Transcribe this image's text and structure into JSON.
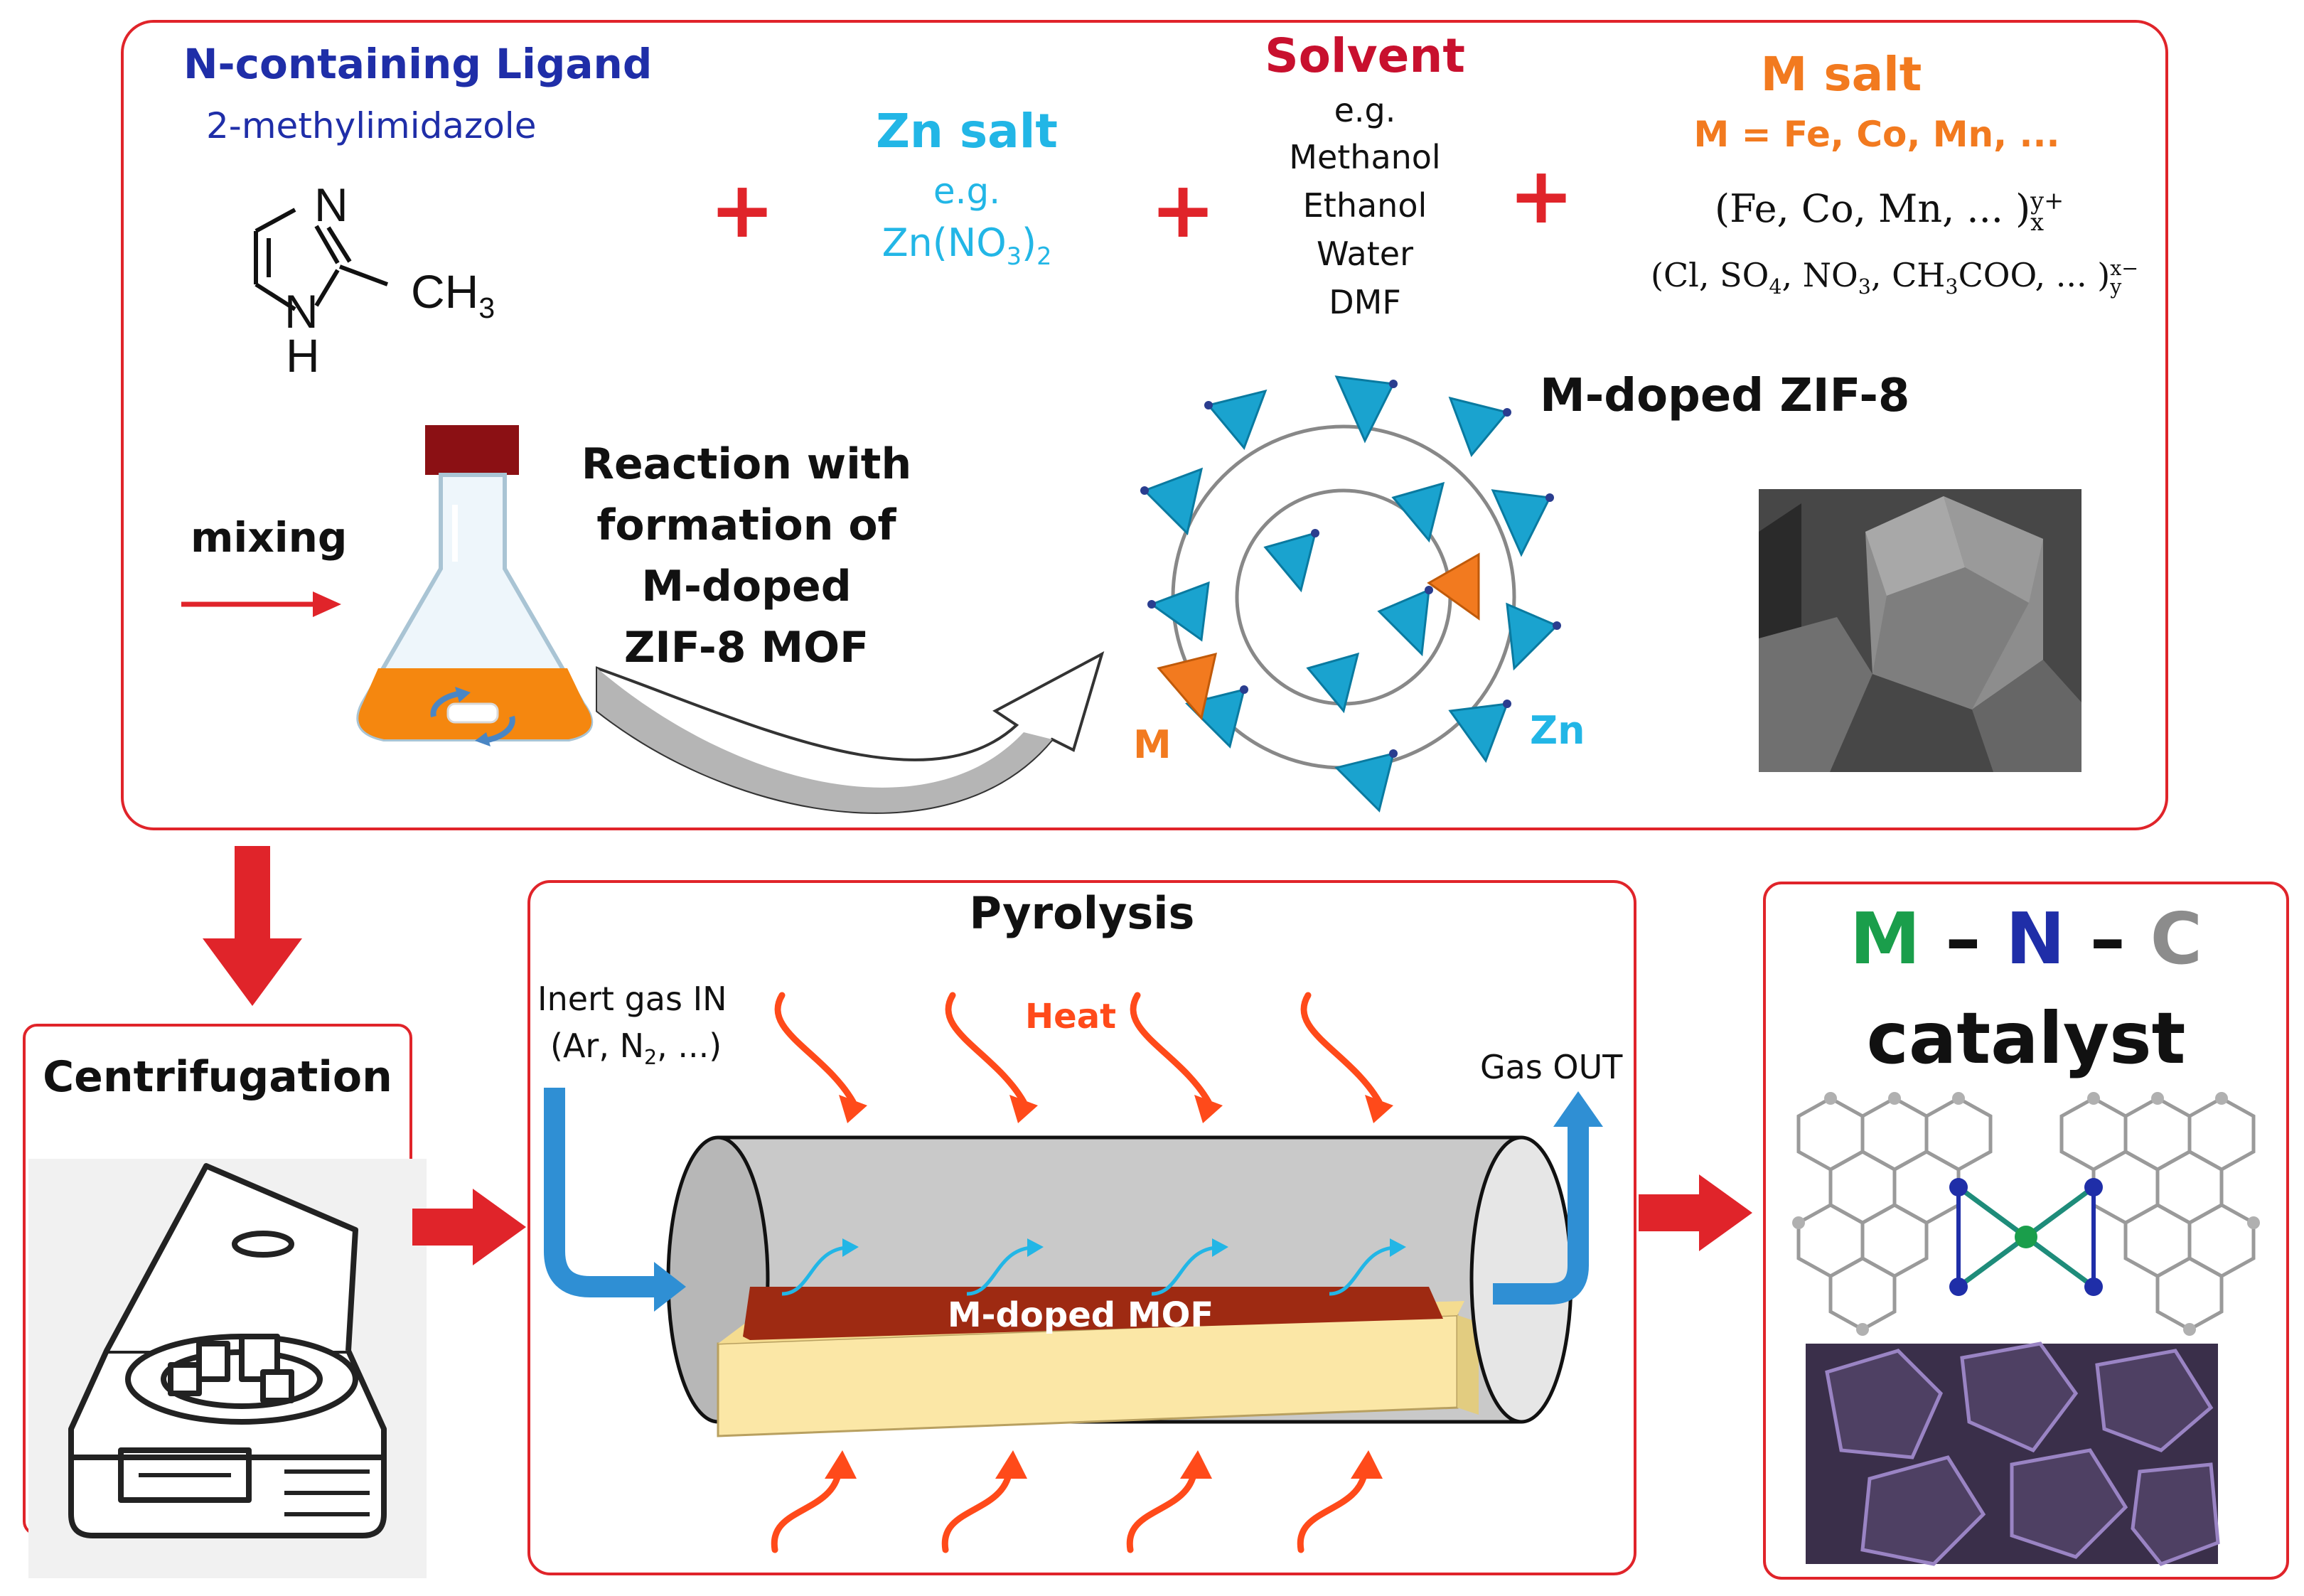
{
  "colors": {
    "panel_border": "#e0242a",
    "ligand": "#1f2ea8",
    "zinc": "#22b6e6",
    "solvent": "#c8102e",
    "metal": "#f27a1f",
    "m_letter": "#1a9e4b",
    "n_letter": "#1f2ea8",
    "c_letter": "#8c8c8c",
    "arrow_red": "#e0242a",
    "heat": "#ff4a1a",
    "gas_blue": "#2f8fd4",
    "mof_brown": "#9e2a12",
    "boat": "#fbe7a6"
  },
  "synthesis": {
    "ligand_title": "N-containing Ligand",
    "ligand_name": "2-methylimidazole",
    "ligand_atom_n1": "N",
    "ligand_atom_n2": "N",
    "ligand_atom_h": "H",
    "ligand_methyl": "CH",
    "ligand_methyl_sub": "3",
    "plus": "+",
    "zn_title": "Zn salt",
    "zn_eg": "e.g.",
    "zn_formula_main": "Zn(NO",
    "zn_formula_sub": "3",
    "zn_formula_close": ")",
    "zn_formula_sub2": "2",
    "solvent_title": "Solvent",
    "solvent_eg": "e.g.",
    "solvents": [
      "Methanol",
      "Ethanol",
      "Water",
      "DMF"
    ],
    "m_salt_title": "M salt",
    "m_salt_def": "M = Fe, Co, Mn, ...",
    "m_cation": "(Fe, Co, Mn, ... )",
    "m_cation_sup": "y+",
    "m_cation_sub": "x",
    "m_anion_a": "(Cl, SO",
    "m_anion_s1": "4",
    "m_anion_b": ", NO",
    "m_anion_s2": "3",
    "m_anion_c": ", CH",
    "m_anion_s3": "3",
    "m_anion_d": "COO, ... )",
    "m_anion_sup": "x−",
    "m_anion_sub": "y",
    "mixing": "mixing",
    "reaction_lines": [
      "Reaction with",
      "formation of",
      "M-doped",
      "ZIF-8 MOF"
    ],
    "zif_title": "M-doped ZIF-8",
    "zif_label_m": "M",
    "zif_label_zn": "Zn"
  },
  "centrifugation": {
    "title": "Centrifugation"
  },
  "pyrolysis": {
    "title": "Pyrolysis",
    "gas_in_line1": "Inert gas IN",
    "gas_in_line2_a": "(Ar, N",
    "gas_in_line2_sub": "2",
    "gas_in_line2_b": ", ...)",
    "heat": "Heat",
    "gas_out": "Gas OUT",
    "mof_label": "M-doped MOF"
  },
  "catalyst": {
    "m": "M",
    "dash1": "–",
    "n": "N",
    "dash2": "–",
    "c": "C",
    "label": "catalyst"
  }
}
